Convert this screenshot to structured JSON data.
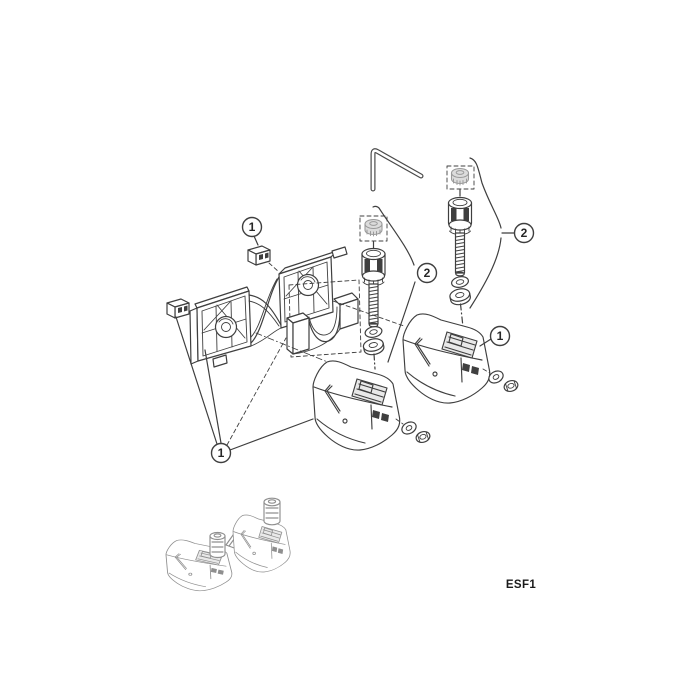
{
  "diagram": {
    "kind": "exploded-parts-diagram",
    "figure_code": "ESF1",
    "callouts": {
      "c1_top": "1",
      "c1_right": "1",
      "c1_bottom": "1",
      "c2_left": "2",
      "c2_right": "2"
    },
    "parts": [
      {
        "icon": "hex-key-icon"
      },
      {
        "icon": "locking-clip-icon",
        "qty": 2,
        "callout": "1"
      },
      {
        "icon": "mount-bracket-icon",
        "callout": "1"
      },
      {
        "icon": "saddle-spacer-icon"
      },
      {
        "icon": "adjuster-screw-assembly-icon",
        "qty": 2,
        "callout": "2"
      },
      {
        "icon": "washer-icon",
        "qty": 2
      },
      {
        "icon": "nut-icon",
        "qty": 2
      },
      {
        "icon": "foot-icon",
        "qty": 2,
        "callout": "1"
      },
      {
        "icon": "assembled-feet-icon"
      }
    ],
    "colors": {
      "line": "#3f3f3f",
      "light_line": "#8f8f8f",
      "cap_fill": "#dcdcdc",
      "cap_stroke": "#9a9a9a",
      "background": "#ffffff"
    }
  }
}
